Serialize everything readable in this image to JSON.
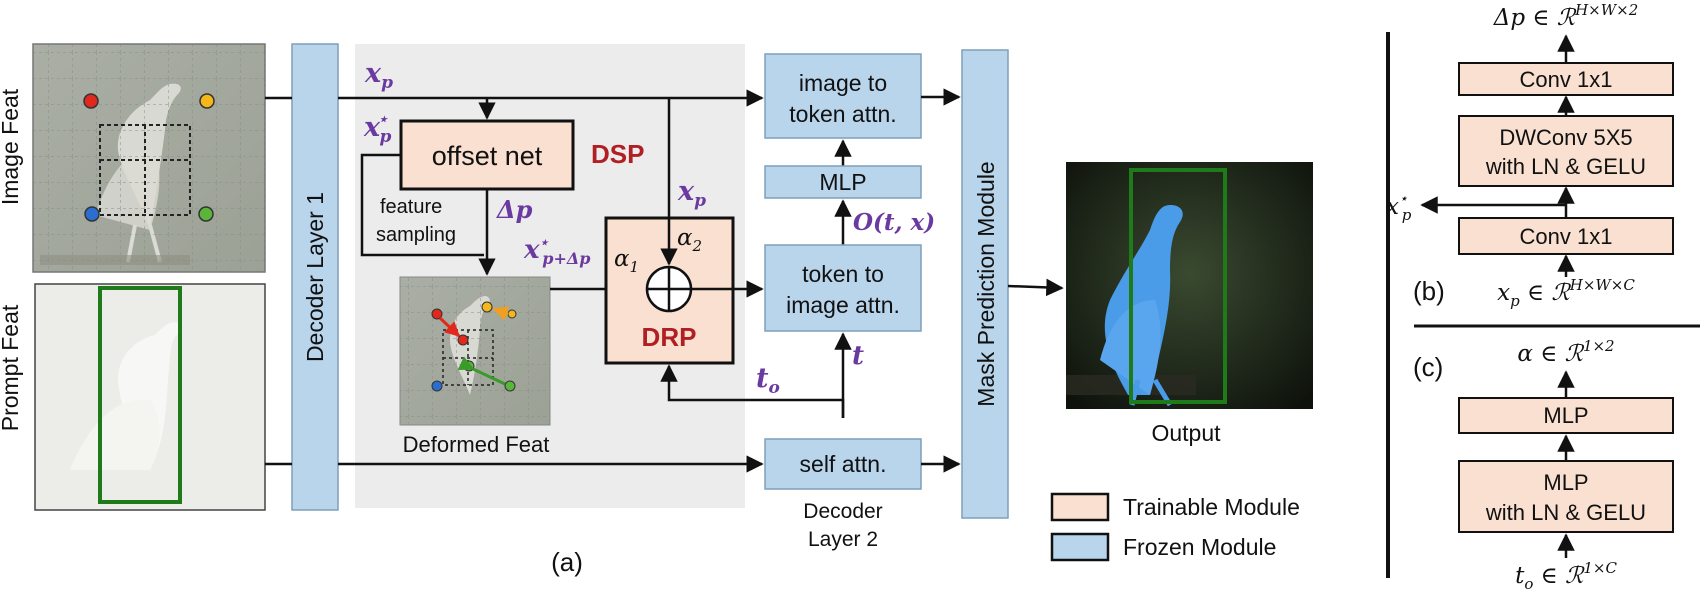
{
  "colors": {
    "trainable_fill": "#f9e0d0",
    "frozen_fill": "#b9d5ec",
    "frozen_stroke": "#8aa9c4",
    "accent_red": "#b01f24",
    "accent_purple": "#6b3aa0",
    "panel_gray": "#ececec",
    "legend_pink": "#f9e0d0",
    "legend_blue": "#b9d5ec"
  },
  "panel_a": {
    "image_feat_label": "Image Feat",
    "prompt_feat_label": "Prompt Feat",
    "decoder_layer1": "Decoder Layer 1",
    "xp_top": "x",
    "xp_top_sub": "p",
    "xp_star": "x",
    "xp_star_sub": "p",
    "xp_star_sup": "⋆",
    "offset_net": "offset net",
    "dsp": "DSP",
    "feature_sampling_1": "feature",
    "feature_sampling_2": "sampling",
    "delta_p": "Δp",
    "xp_mid": "x",
    "xp_mid_sub": "p",
    "xpdp": "x",
    "xpdp_sub": "p+Δp",
    "xpdp_sup": "⋆",
    "alpha1": "α",
    "alpha1_sub": "1",
    "alpha2": "α",
    "alpha2_sub": "2",
    "drp": "DRP",
    "deformed_feat": "Deformed Feat",
    "to_label": "t",
    "to_sub": "o",
    "image_to_token_1": "image to",
    "image_to_token_2": "token attn.",
    "mlp": "MLP",
    "o_tx": "O(t, x)",
    "token_to_image_1": "token to",
    "token_to_image_2": "image attn.",
    "t_label": "t",
    "self_attn": "self attn.",
    "decoder_layer2_1": "Decoder",
    "decoder_layer2_2": "Layer 2",
    "mask_prediction": "Mask Prediction Module",
    "output": "Output",
    "caption": "(a)"
  },
  "legend": {
    "trainable": "Trainable Module",
    "frozen": "Frozen Module"
  },
  "panel_b": {
    "top_label": "Δp ∈ ℛ",
    "top_sup": "H×W×2",
    "conv_top": "Conv 1x1",
    "dwconv_1": "DWConv 5X5",
    "dwconv_2": "with LN & GELU",
    "conv_bottom": "Conv 1x1",
    "side_label": "x",
    "side_sub": "p",
    "side_sup": "⋆",
    "bottom_label": "x",
    "bottom_sub": "p",
    "bottom_rest": " ∈ ℛ",
    "bottom_sup": "H×W×C",
    "caption": "(b)"
  },
  "panel_c": {
    "top_label": "α ∈ ℛ",
    "top_sup": "1×2",
    "mlp_top": "MLP",
    "mlp_bottom_1": "MLP",
    "mlp_bottom_2": "with LN & GELU",
    "bottom_label": "t",
    "bottom_sub": "o",
    "bottom_rest": " ∈ ℛ",
    "bottom_sup": "1×C",
    "caption": "(c)"
  }
}
